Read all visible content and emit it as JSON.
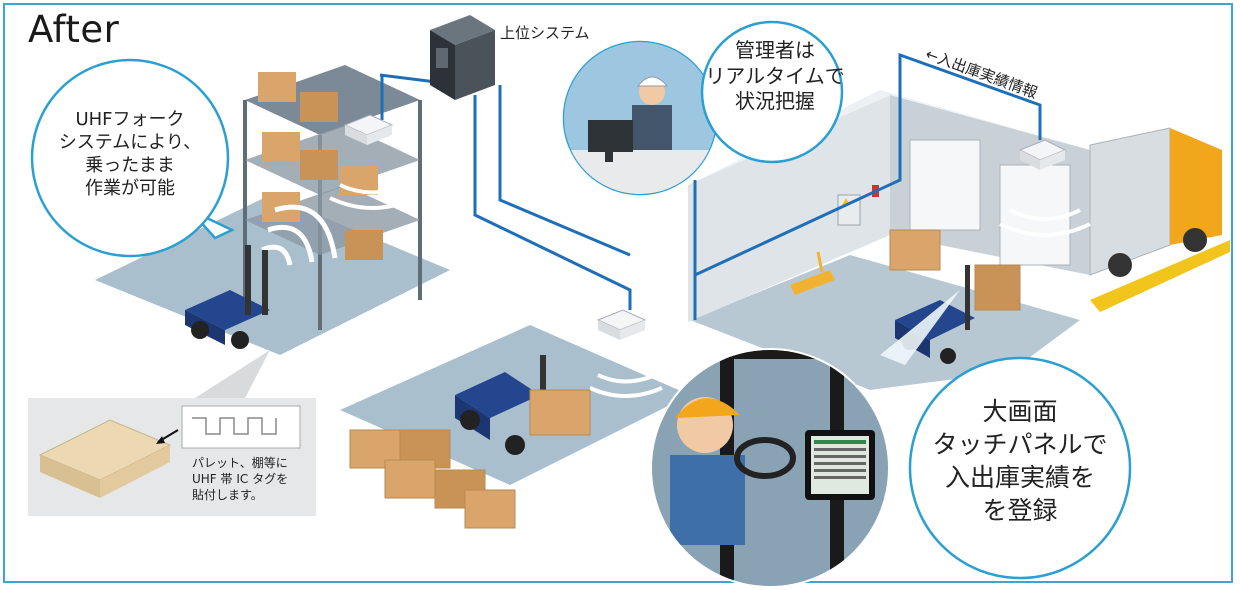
{
  "heading": "After",
  "labels": {
    "upper_system": "上位システム",
    "inout_record_info": "←入出庫実績情報"
  },
  "bubbles": {
    "forklift_system": [
      "UHFフォーク",
      "システムにより、",
      "乗ったまま",
      "作業が可能"
    ],
    "manager": [
      "管理者は",
      "リアルタイムで",
      "状況把握"
    ],
    "touch_panel": [
      "大画面",
      "タッチパネルで",
      "入出庫実績を",
      "を登録"
    ]
  },
  "tag_note": [
    "パレット、棚等に",
    "UHF 帯 IC タグを",
    "貼付します。"
  ],
  "colors": {
    "frame": "#3aa7d3",
    "network_line": "#1f6fb8",
    "floor": "#a9bfcd",
    "bubble_border": "#2b9fd2",
    "forklift_body": "#24468f",
    "cardboard": "#d9a56b",
    "pallet_wood": "#e8d3aa",
    "truck_cab": "#f2a61c"
  }
}
